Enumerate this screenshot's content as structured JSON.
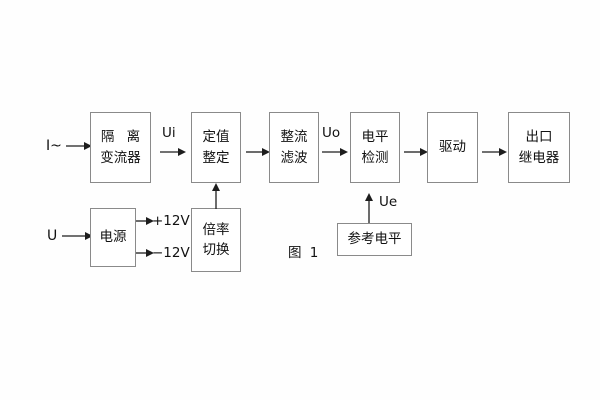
{
  "figure": {
    "caption": "图 1",
    "accent_color": "#1d1d1d",
    "box_border_color": "#8a8a8a",
    "background_color": "#ffffff"
  },
  "terminals": [
    {
      "name": "current-input",
      "label": "I~"
    },
    {
      "name": "voltage-input",
      "label": "U"
    }
  ],
  "blocks": [
    {
      "name": "isolation-transformer",
      "lines": [
        "隔 离",
        "变流器"
      ],
      "spaced_first_line": true
    },
    {
      "name": "setting-adjustment",
      "lines": [
        "定值",
        "整定"
      ],
      "spaced_first_line": false
    },
    {
      "name": "rectify-filter",
      "lines": [
        "整流",
        "滤波"
      ],
      "spaced_first_line": false
    },
    {
      "name": "level-detection",
      "lines": [
        "电平",
        "检测"
      ],
      "spaced_first_line": false
    },
    {
      "name": "driver",
      "lines": [
        "驱动"
      ],
      "spaced_first_line": false
    },
    {
      "name": "output-relay",
      "lines": [
        "出口",
        "继电器"
      ],
      "spaced_first_line": false
    },
    {
      "name": "power-supply",
      "lines": [
        "电源"
      ],
      "spaced_first_line": false
    },
    {
      "name": "multiplier-switch",
      "lines": [
        "倍率",
        "切换"
      ],
      "spaced_first_line": false
    },
    {
      "name": "reference-level",
      "lines": [
        "参考电平"
      ],
      "spaced_first_line": false
    }
  ],
  "signals": [
    {
      "name": "signal-ui",
      "label": "Ui"
    },
    {
      "name": "signal-uo",
      "label": "Uo"
    },
    {
      "name": "signal-ue",
      "label": "Ue"
    }
  ],
  "power_rails": [
    {
      "name": "rail-positive-12v",
      "label": "+12V"
    },
    {
      "name": "rail-negative-12v",
      "label": "−12V"
    }
  ]
}
